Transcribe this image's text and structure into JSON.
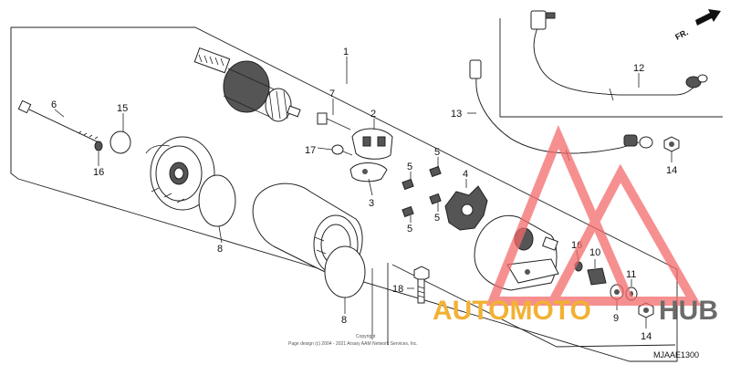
{
  "diagram": {
    "code": "MJAAE1300",
    "direction_label": "FR.",
    "copyright_line1": "Copyright",
    "copyright_line2": "Page design (c) 2004 - 2021 Arsary AAM Network Services, Inc.",
    "callouts": [
      {
        "id": "c1",
        "label": "1"
      },
      {
        "id": "c2",
        "label": "2"
      },
      {
        "id": "c3",
        "label": "3"
      },
      {
        "id": "c4",
        "label": "4"
      },
      {
        "id": "c5a",
        "label": "5"
      },
      {
        "id": "c5b",
        "label": "5"
      },
      {
        "id": "c5c",
        "label": "5"
      },
      {
        "id": "c5d",
        "label": "5"
      },
      {
        "id": "c6",
        "label": "6"
      },
      {
        "id": "c7",
        "label": "7"
      },
      {
        "id": "c8a",
        "label": "8"
      },
      {
        "id": "c8b",
        "label": "8"
      },
      {
        "id": "c9",
        "label": "9"
      },
      {
        "id": "c10",
        "label": "10"
      },
      {
        "id": "c11",
        "label": "11"
      },
      {
        "id": "c12",
        "label": "12"
      },
      {
        "id": "c13",
        "label": "13"
      },
      {
        "id": "c14a",
        "label": "14"
      },
      {
        "id": "c14b",
        "label": "14"
      },
      {
        "id": "c15",
        "label": "15"
      },
      {
        "id": "c16a",
        "label": "16"
      },
      {
        "id": "c16b",
        "label": "16"
      },
      {
        "id": "c17",
        "label": "17"
      },
      {
        "id": "c18",
        "label": "18"
      }
    ]
  },
  "watermark": {
    "text_a": "AUTOMOTO",
    "text_b": "HUB",
    "color_a": "#f2b134",
    "color_b": "#6b6b6b",
    "triangle_color": "#f36b6b"
  }
}
